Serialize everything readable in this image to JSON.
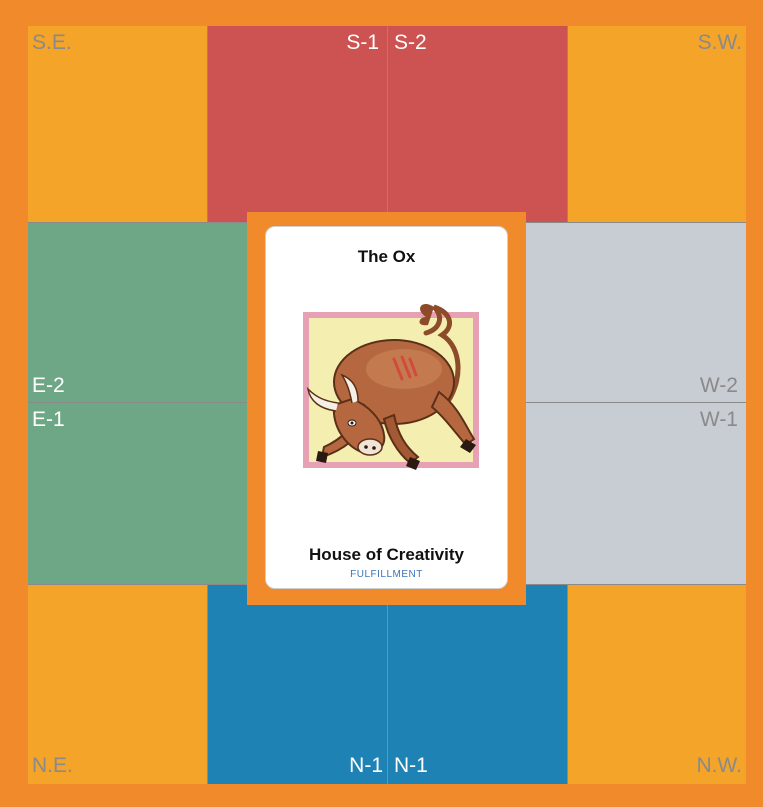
{
  "colors": {
    "border": "#f08a2b",
    "corner": "#f3a429",
    "south": "#cc5352",
    "east": "#6ea785",
    "west": "#c8ccd3",
    "north": "#1f82b4",
    "grid_line": "#8a8a8a",
    "card_subtitle": "#3b74b9"
  },
  "labels": {
    "se": "S.E.",
    "s1": "S-1",
    "s2": "S-2",
    "sw": "S.W.",
    "e2": "E-2",
    "e1": "E-1",
    "w2": "W-2",
    "w1": "W-1",
    "ne": "N.E.",
    "n1_left": "N-1",
    "n1_right": "N-1",
    "nw": "N.W."
  },
  "card": {
    "title": "The Ox",
    "house": "House of Creativity",
    "subtitle": "FULFILLMENT",
    "illustration": "ox-illustration"
  }
}
